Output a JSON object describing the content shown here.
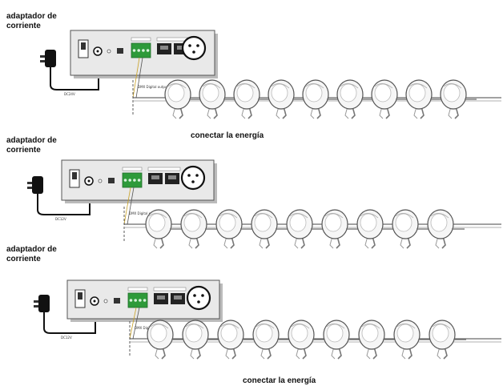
{
  "labels": {
    "power_adapter": "adaptador de corriente",
    "power_adapter_line1": "adaptador de",
    "power_adapter_line2": "corriente",
    "connect_energy": "conectar  la energía"
  },
  "panels": [
    {
      "dc_label": "DC24V",
      "signal_label": "DMX Digital output"
    },
    {
      "dc_label": "DC12V",
      "signal_label": "DMX Digital output"
    },
    {
      "dc_label": "DC12V",
      "signal_label": "DMX Digital output"
    }
  ],
  "lamps_per_row": 9,
  "colors": {
    "device_face": "#e9e9e9",
    "terminal_green": "#2e9a3a",
    "line": "#333333"
  }
}
